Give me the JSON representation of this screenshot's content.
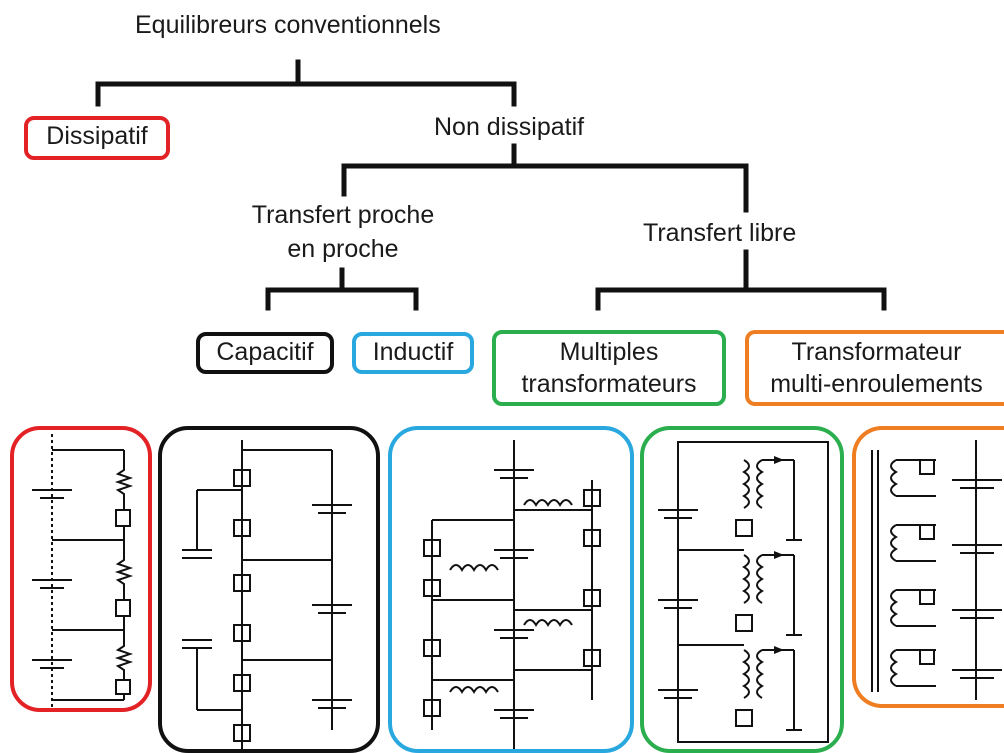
{
  "title": "Equilibreurs conventionnels",
  "level1": {
    "dissipatif": "Dissipatif",
    "non_dissipatif": "Non dissipatif"
  },
  "level2": {
    "proche_line1": "Transfert proche",
    "proche_line2": "en proche",
    "libre": "Transfert libre"
  },
  "leaves": {
    "capacitif": "Capacitif",
    "inductif": "Inductif",
    "multiples_line1": "Multiples",
    "multiples_line2": "transformateurs",
    "transfo_line1": "Transformateur",
    "transfo_line2": "multi-enroulements"
  },
  "colors": {
    "dissipatif": "#e32226",
    "capacitif": "#111111",
    "inductif": "#29a8e0",
    "multiples": "#2bae4e",
    "transfo": "#ef7d22",
    "tree_lines": "#111111"
  },
  "circuit_icons": [
    "dissipative-resistor-circuit-icon",
    "switched-capacitor-circuit-icon",
    "inductor-circuit-icon",
    "multi-transformer-circuit-icon",
    "multi-winding-transformer-circuit-icon"
  ]
}
